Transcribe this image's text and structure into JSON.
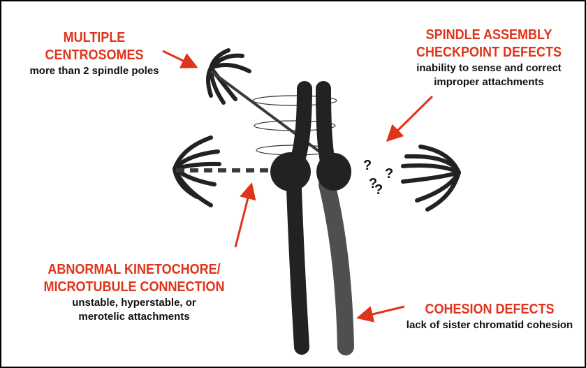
{
  "labels": {
    "multiple_centrosomes": {
      "title": [
        "MULTIPLE",
        "CENTROSOMES"
      ],
      "desc": "more than 2 spindle poles"
    },
    "spindle_checkpoint": {
      "title": [
        "SPINDLE ASSEMBLY",
        "CHECKPOINT DEFECTS"
      ],
      "desc": [
        "inability to sense and correct",
        "improper attachments"
      ]
    },
    "kinetochore": {
      "title": [
        "ABNORMAL KINETOCHORE/",
        "MICROTUBULE CONNECTION"
      ],
      "desc": [
        "unstable, hyperstable, or",
        "merotelic attachments"
      ]
    },
    "cohesion": {
      "title": "COHESION DEFECTS",
      "desc": "lack of sister chromatid cohesion"
    }
  },
  "question_marks": [
    "?",
    "?",
    "?",
    "?"
  ],
  "colors": {
    "accent": "#e0341a",
    "chromatid_dark": "#222222",
    "chromatid_gray": "#4f4f4f",
    "text": "#111111"
  }
}
